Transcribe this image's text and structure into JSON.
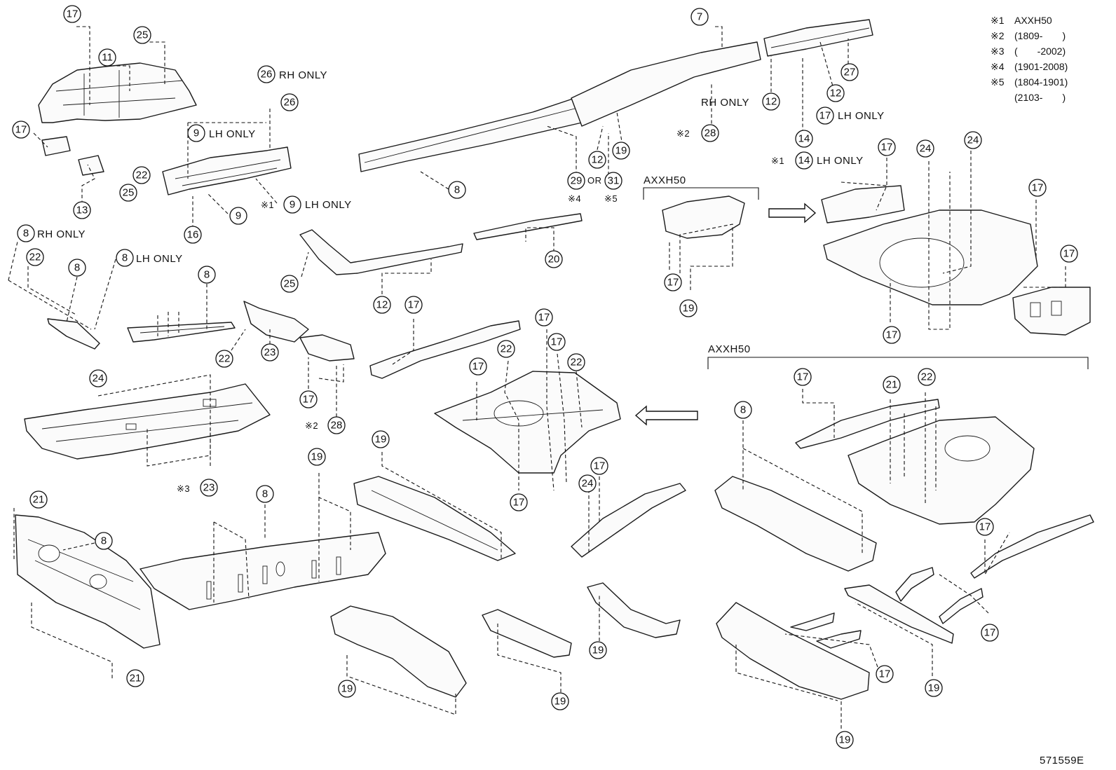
{
  "notes": [
    {
      "mark": "※1",
      "text": "AXXH50"
    },
    {
      "mark": "※2",
      "text": "(1809-　　)"
    },
    {
      "mark": "※3",
      "text": "(　　-2002)"
    },
    {
      "mark": "※4",
      "text": "(1901-2008)"
    },
    {
      "mark": "※5",
      "text": "(1804-1901)"
    },
    {
      "mark": "",
      "text": "(2103-　　)"
    }
  ],
  "labels": {
    "rh_only": "RH ONLY",
    "lh_only": "LH ONLY",
    "or": "OR",
    "axxh50": "AXXH50",
    "note1": "※1",
    "note2": "※2",
    "note3": "※3",
    "note4": "※4",
    "note5": "※5",
    "figure_id": "571559E"
  },
  "callouts": {
    "c7": "7",
    "c8": "8",
    "c9": "9",
    "c11": "11",
    "c12": "12",
    "c13": "13",
    "c14": "14",
    "c16": "16",
    "c17": "17",
    "c19": "19",
    "c20": "20",
    "c21": "21",
    "c22": "22",
    "c23": "23",
    "c24": "24",
    "c25": "25",
    "c26": "26",
    "c27": "27",
    "c28": "28",
    "c29": "29",
    "c31": "31"
  }
}
